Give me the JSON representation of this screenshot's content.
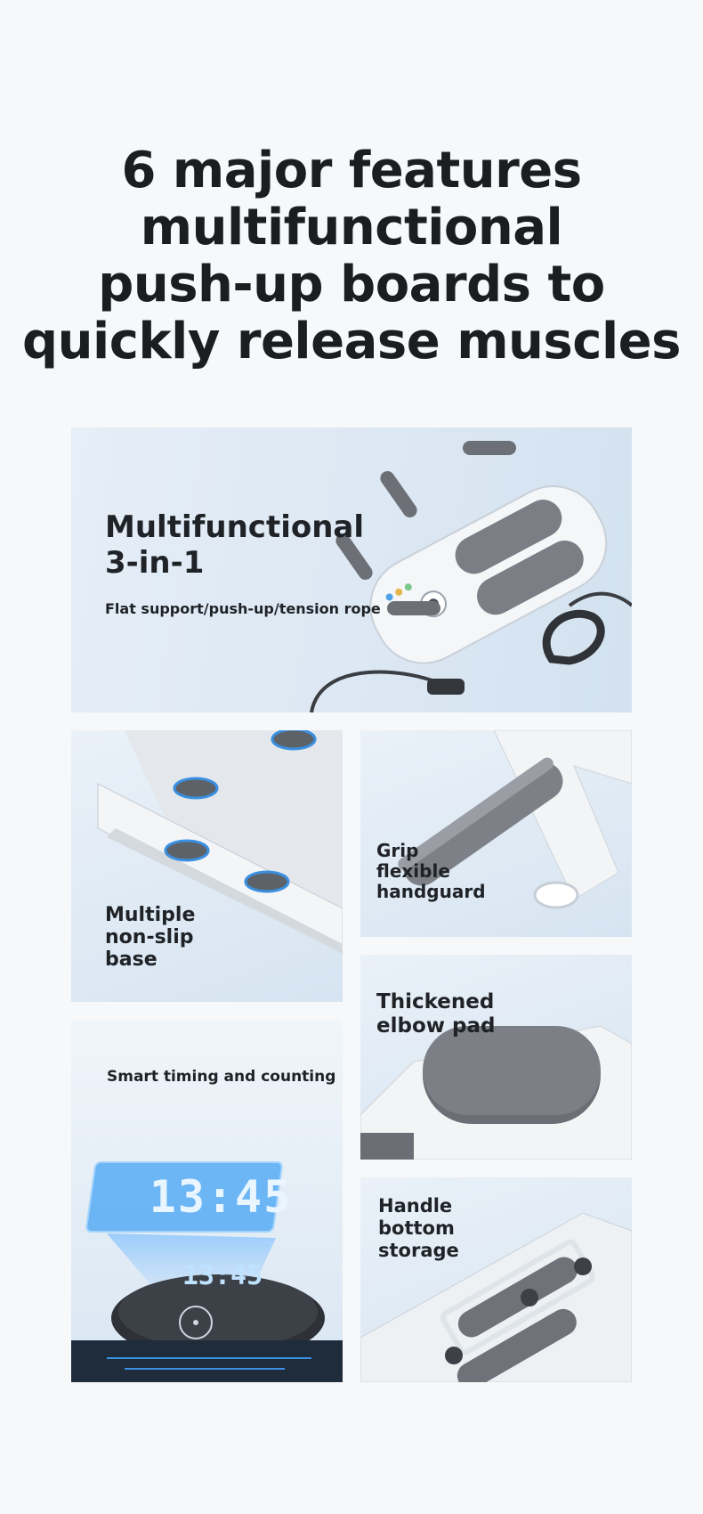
{
  "headline": {
    "lines": [
      "6 major features",
      "multifunctional",
      "push-up boards to",
      "quickly release muscles"
    ]
  },
  "panels": {
    "multifunctional": {
      "title_lines": [
        "Multifunctional",
        "3-in-1"
      ],
      "subtitle": "Flat support/push-up/tension rope"
    },
    "base": {
      "label_lines": [
        "Multiple",
        "non-slip",
        "base"
      ]
    },
    "grip": {
      "label_lines": [
        "Grip",
        "flexible",
        "handguard"
      ]
    },
    "timer": {
      "label": "Smart timing and counting",
      "display_big": "13:45",
      "display_small": "13:45"
    },
    "elbow": {
      "label_lines": [
        "Thickened",
        "elbow pad"
      ]
    },
    "storage": {
      "label_lines": [
        "Handle",
        "bottom",
        "storage"
      ]
    }
  },
  "colors": {
    "panel_blue": "#d6e4f1",
    "pad_gray": "#6f7378",
    "accent_blue": "#3a8fe0"
  }
}
